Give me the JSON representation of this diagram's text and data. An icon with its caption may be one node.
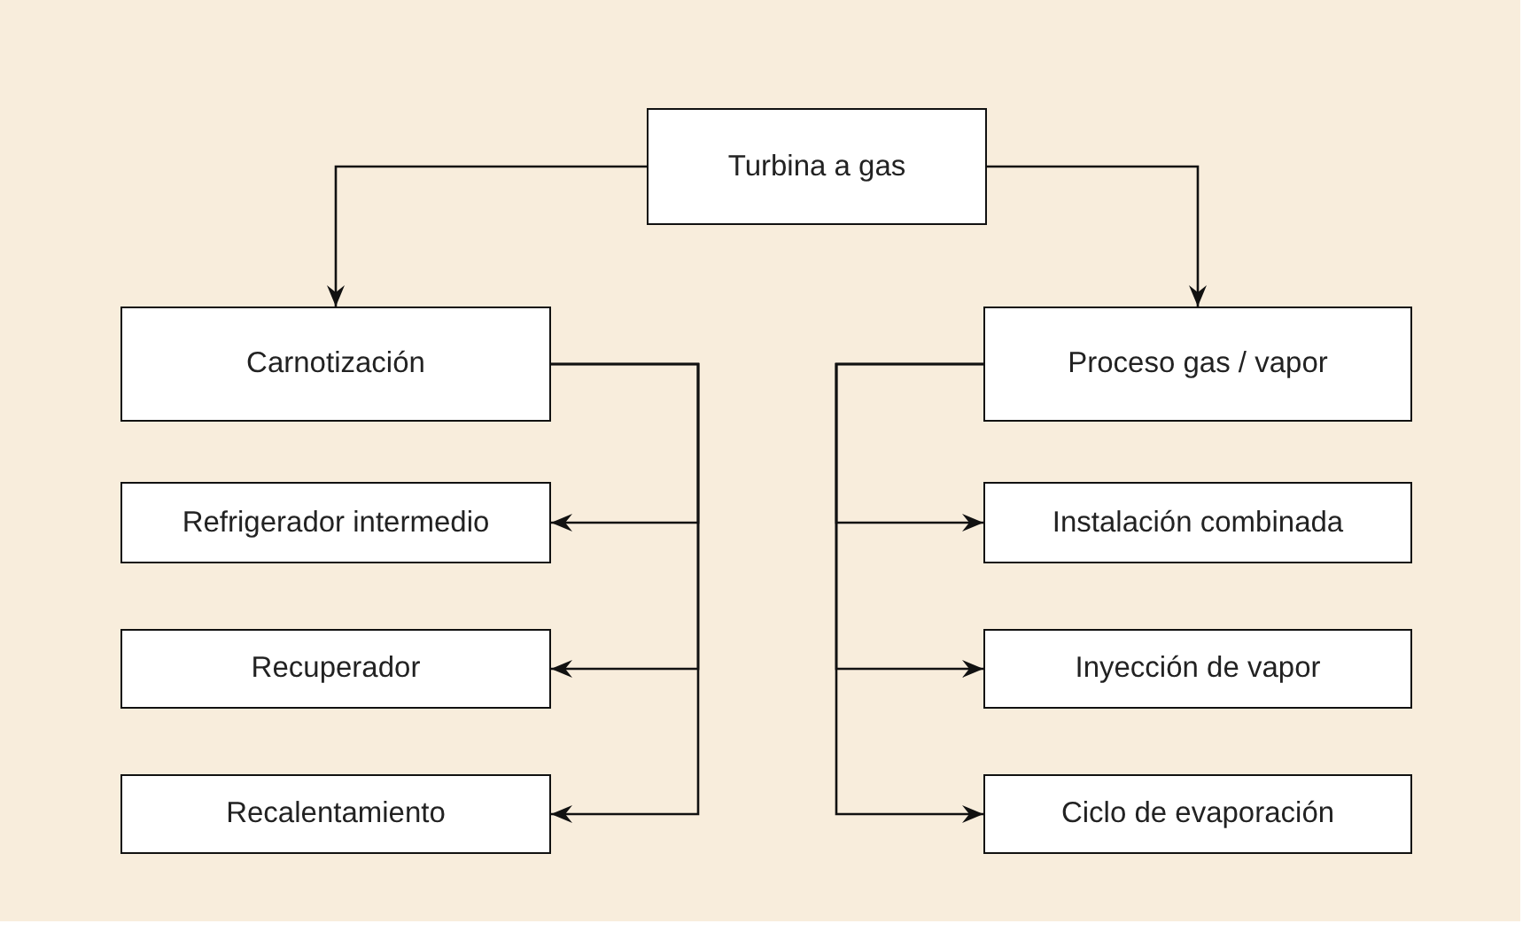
{
  "diagram": {
    "nodes": [
      {
        "text": [
          "Turbina a gas"
        ]
      },
      {
        "text": [
          "Carnotización"
        ]
      },
      {
        "text": [
          "Proceso gas / vapor"
        ]
      },
      {
        "text": [
          "Refrigerador intermedio"
        ]
      },
      {
        "text": [
          "Recuperador"
        ]
      },
      {
        "text": [
          "Recalentamiento"
        ]
      },
      {
        "text": [
          "Instalación combinada"
        ]
      },
      {
        "text": [
          "Inyección de vapor"
        ]
      },
      {
        "text": [
          "Ciclo de evaporación"
        ]
      }
    ],
    "edges": [
      {
        "from": 0,
        "to": 1,
        "arrow": "to"
      },
      {
        "from": 0,
        "to": 2,
        "arrow": "to"
      },
      {
        "from": 1,
        "to": 3,
        "arrow": "to"
      },
      {
        "from": 1,
        "to": 4,
        "arrow": "to"
      },
      {
        "from": 1,
        "to": 5,
        "arrow": "to"
      },
      {
        "from": 2,
        "to": 6,
        "arrow": "to"
      },
      {
        "from": 2,
        "to": 7,
        "arrow": "to"
      },
      {
        "from": 2,
        "to": 8,
        "arrow": "to"
      }
    ]
  }
}
